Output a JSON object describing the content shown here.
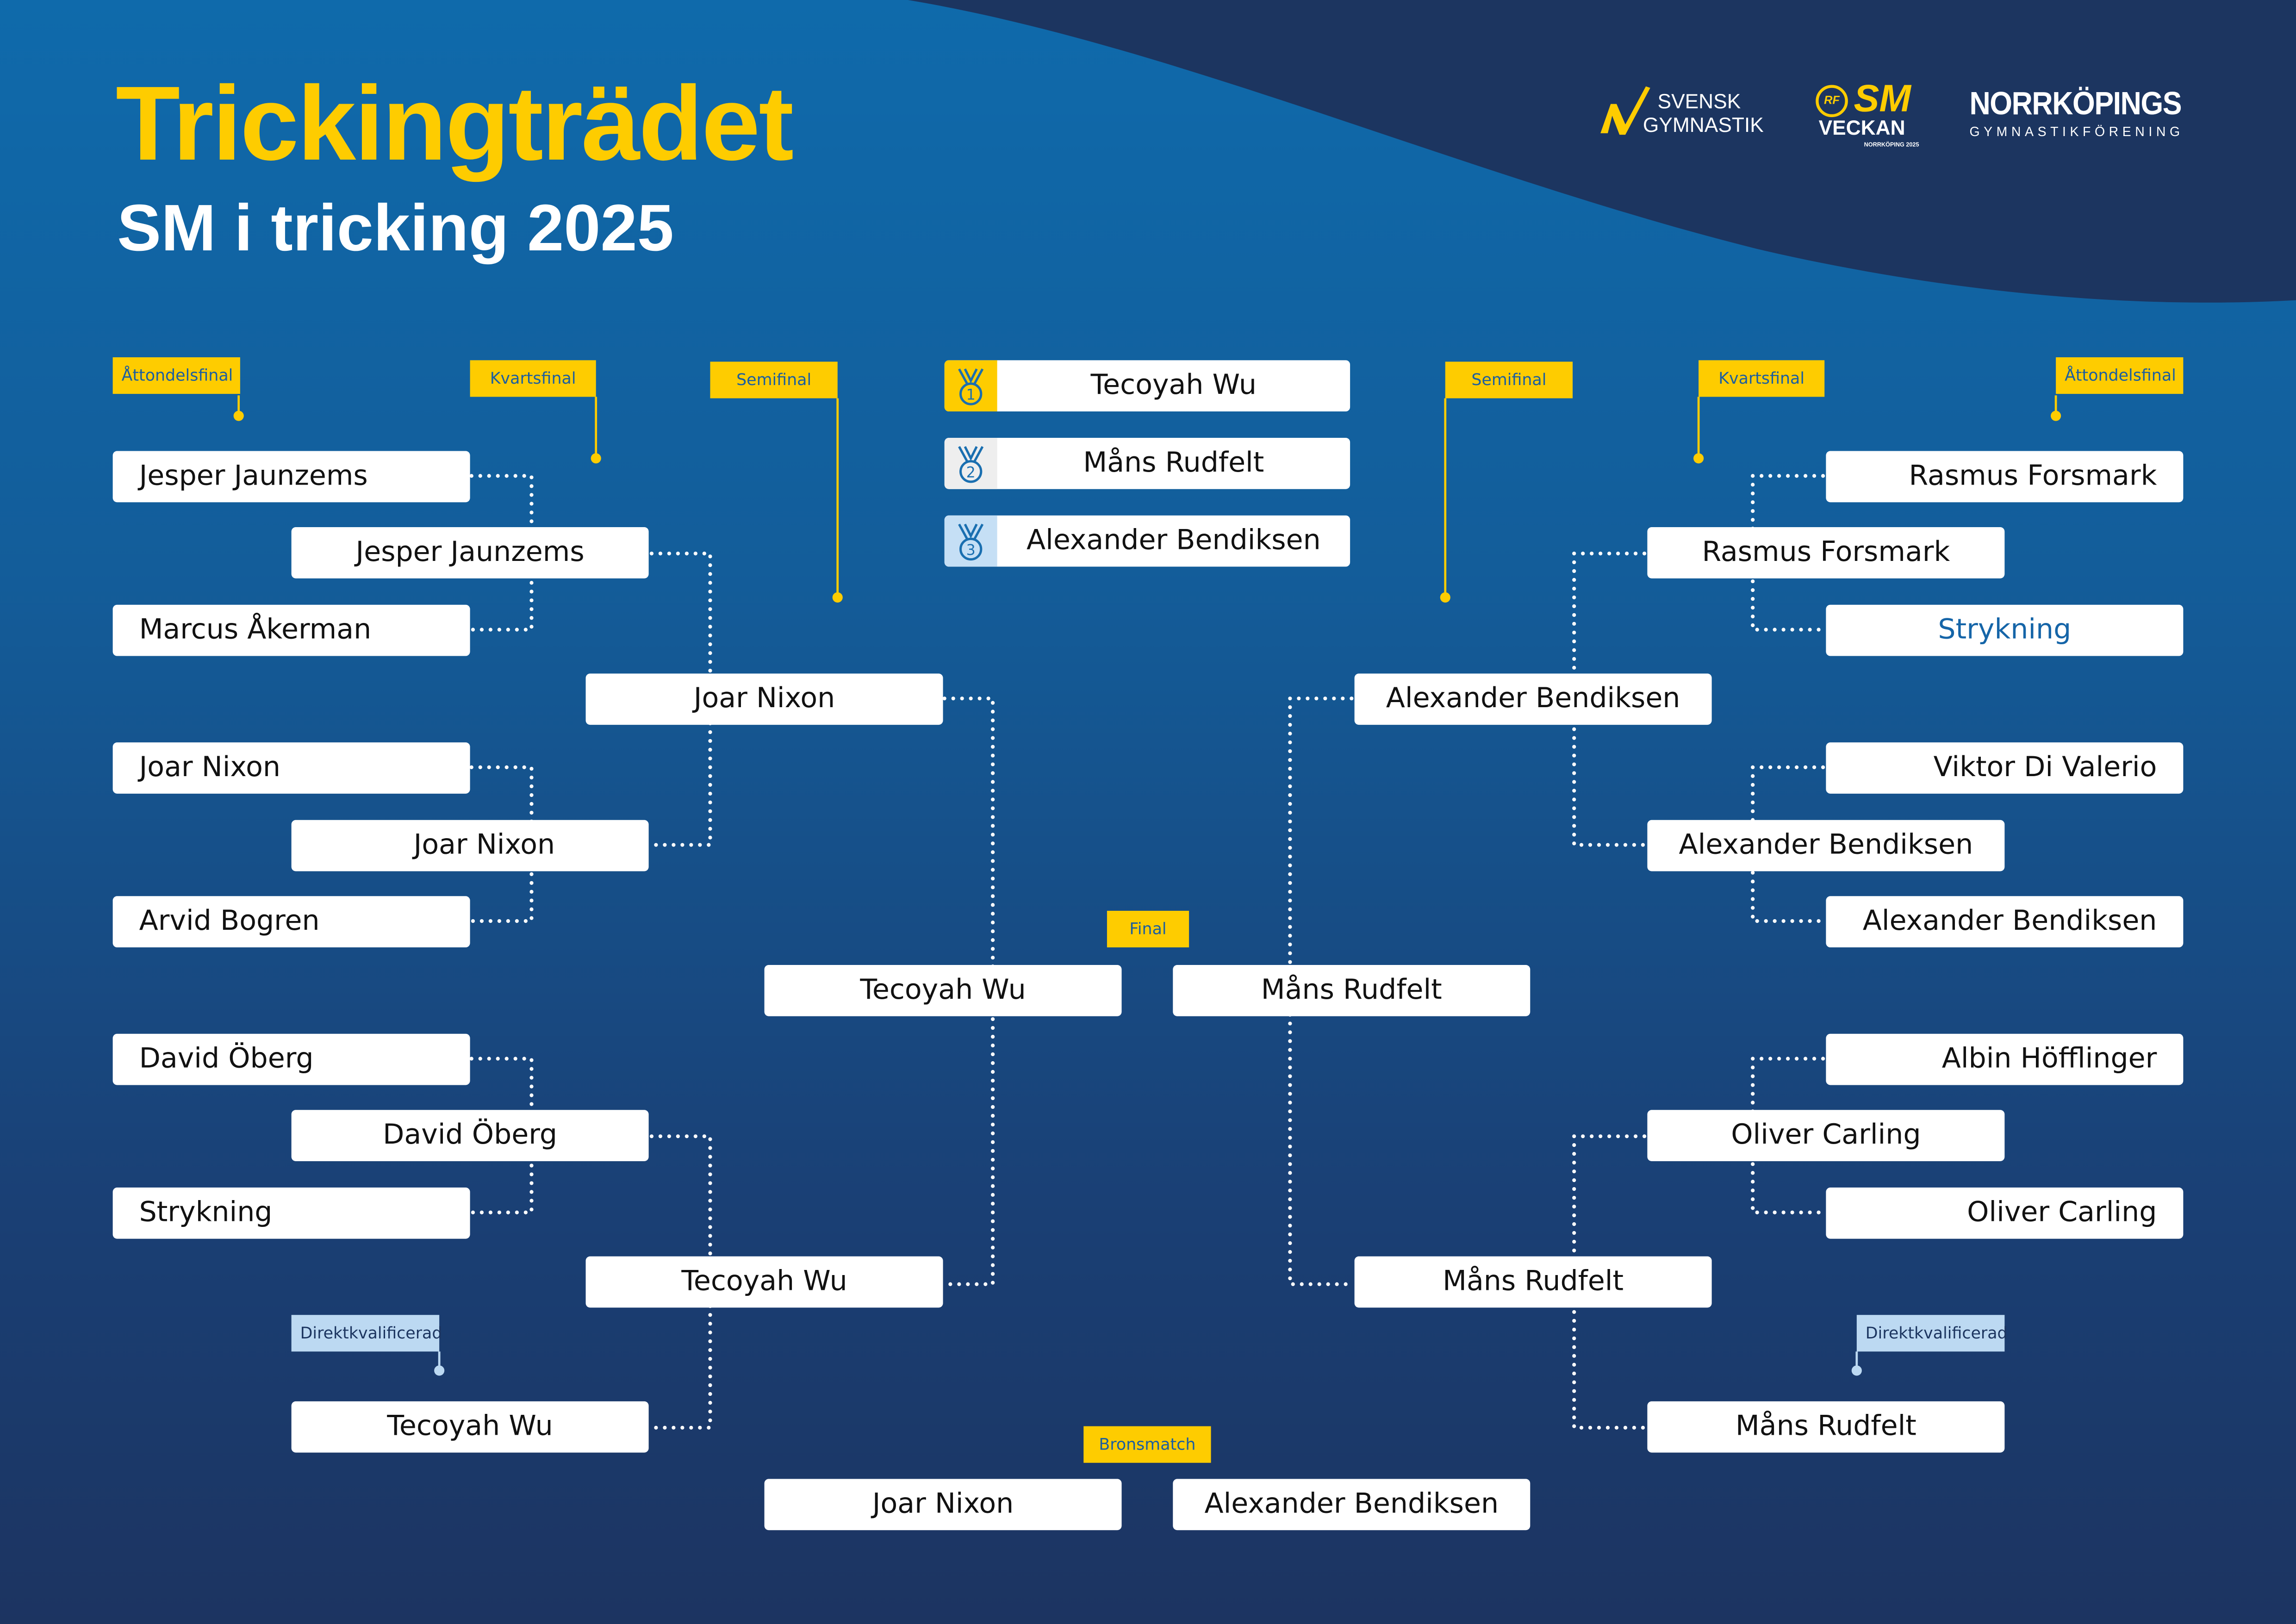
{
  "header": {
    "title": "Trickingträdet",
    "subtitle": "SM i tricking 2025"
  },
  "logos": {
    "svensk_gymnastik": [
      "SVENSK",
      "GYMNASTIK"
    ],
    "sm_veckan": {
      "top": "SM",
      "bottom": "VECKAN",
      "sub": "NORRKÖPING 2025",
      "badge": "RF"
    },
    "norrkopings": {
      "name": "NORRKÖPINGS",
      "sub": "GYMNASTIKFÖRENING"
    }
  },
  "colors": {
    "accent": "#fecc00",
    "navy": "#1c3560",
    "blue": "#0f6aab",
    "bronze_tag": "#bcd9f2"
  },
  "podium": [
    {
      "place": "1",
      "name": "Tecoyah Wu",
      "icon": "gold-medal-icon"
    },
    {
      "place": "2",
      "name": "Måns Rudfelt",
      "icon": "silver-medal-icon"
    },
    {
      "place": "3",
      "name": "Alexander Bendiksen",
      "icon": "bronze-medal-icon"
    }
  ],
  "stages": {
    "r16": "Åttondelsfinal",
    "qf": "Kvartsfinal",
    "sf": "Semifinal",
    "final": "Final",
    "bronze": "Bronsmatch",
    "direct": "Direktkvalificerad"
  },
  "left": {
    "r16": [
      "Jesper Jaunzems",
      "Marcus Åkerman",
      "Joar Nixon",
      "Arvid Bogren",
      "David Öberg",
      "Strykning"
    ],
    "qf": [
      "Jesper Jaunzems",
      "Joar Nixon",
      "David Öberg",
      "Tecoyah Wu"
    ],
    "sf": [
      "Joar Nixon",
      "Tecoyah Wu"
    ],
    "final": "Tecoyah Wu",
    "bronze": "Joar Nixon"
  },
  "right": {
    "r16": [
      "Rasmus Forsmark",
      "Strykning",
      "Viktor Di Valerio",
      "Alexander Bendiksen",
      "Albin Höfflinger",
      "Oliver Carling"
    ],
    "qf": [
      "Rasmus Forsmark",
      "Alexander Bendiksen",
      "Oliver Carling",
      "Måns Rudfelt"
    ],
    "sf": [
      "Alexander Bendiksen",
      "Måns Rudfelt"
    ],
    "final": "Måns Rudfelt",
    "bronze": "Alexander Bendiksen"
  }
}
